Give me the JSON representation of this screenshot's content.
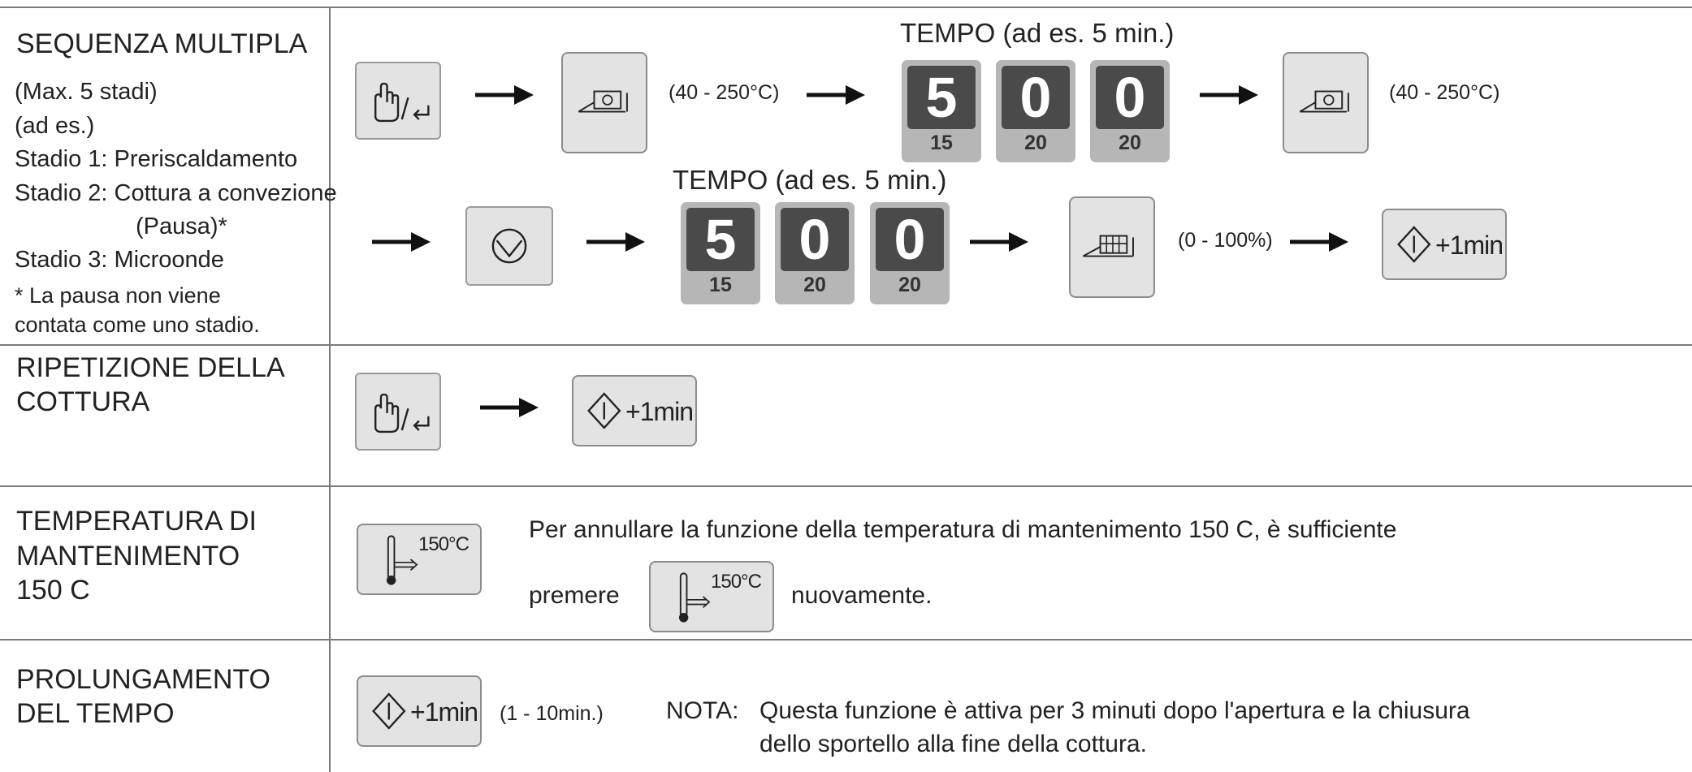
{
  "rows": {
    "multi": {
      "title": "SEQUENZA MULTIPLA",
      "lines": [
        "(Max. 5 stadi)",
        "(ad es.)",
        "Stadio 1: Preriscaldamento",
        "Stadio 2: Cottura a convezione",
        "(Pausa)*",
        "Stadio 3: Microonde"
      ],
      "note1": "* La pausa non viene",
      "note2": "contata come uno stadio.",
      "tempo1": "TEMPO (ad es. 5 min.)",
      "tempo2": "TEMPO (ad es. 5 min.)",
      "range_conv1": "(40 - 250°C)",
      "range_conv2": "(40 - 250°C)",
      "range_micro": "(0 - 100%)",
      "digits1": [
        {
          "d": "5",
          "s": "15"
        },
        {
          "d": "0",
          "s": "20"
        },
        {
          "d": "0",
          "s": "20"
        }
      ],
      "digits2": [
        {
          "d": "5",
          "s": "15"
        },
        {
          "d": "0",
          "s": "20"
        },
        {
          "d": "0",
          "s": "20"
        }
      ]
    },
    "repeat": {
      "title1": "RIPETIZIONE DELLA",
      "title2": "COTTURA"
    },
    "keepwarm": {
      "title1": "TEMPERATURA DI",
      "title2": "MANTENIMENTO",
      "title3": "150 C",
      "text1": "Per annullare la funzione della temperatura di mantenimento 150 C, è sufficiente",
      "text2a": "premere",
      "text2b": "nuovamente.",
      "key_label": "150°C"
    },
    "extend": {
      "title1": "PROLUNGAMENTO",
      "title2": "DEL TEMPO",
      "range": "(1 - 10min.)",
      "note_label": "NOTA:",
      "note1": "Questa funzione è attiva per 3 minuti dopo l'apertura e la chiusura",
      "note2": "dello sportello alla fine della cottura."
    }
  },
  "keys": {
    "start_label": "+1min",
    "icons": [
      "hand-return-icon",
      "convection-icon",
      "pause-icon",
      "microwave-icon",
      "start-icon",
      "thermometer-icon"
    ]
  }
}
